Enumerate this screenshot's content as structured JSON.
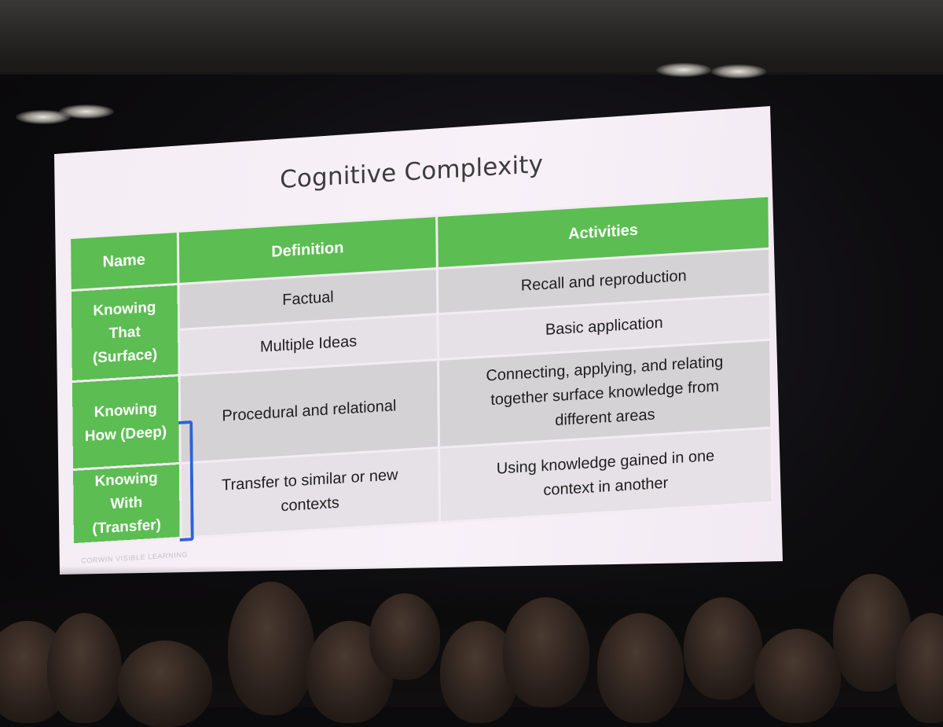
{
  "slide": {
    "title": "Cognitive Complexity",
    "footer": "CORWIN VISIBLE LEARNING",
    "colors": {
      "header_green": "#5cbd52",
      "row_shade": "#d5d2d6",
      "row_light": "#e5e1e6",
      "bracket_blue": "#2a63d6",
      "slide_bg": "#f3ecf3"
    },
    "table": {
      "headers": [
        "Name",
        "Definition",
        "Activities"
      ],
      "groups": [
        {
          "name": "Knowing\nThat\n(Surface)",
          "rows": [
            {
              "definition": "Factual",
              "activities": "Recall and reproduction"
            },
            {
              "definition": "Multiple Ideas",
              "activities": "Basic application"
            }
          ]
        },
        {
          "name": "Knowing\nHow (Deep)",
          "rows": [
            {
              "definition": "Procedural and relational",
              "activities": "Connecting, applying, and relating\ntogether surface knowledge from\ndifferent areas"
            }
          ]
        },
        {
          "name": "Knowing\nWith\n(Transfer)",
          "rows": [
            {
              "definition": "Transfer to similar or new\ncontexts",
              "activities": "Using knowledge gained in one\ncontext in another"
            }
          ]
        }
      ]
    }
  }
}
